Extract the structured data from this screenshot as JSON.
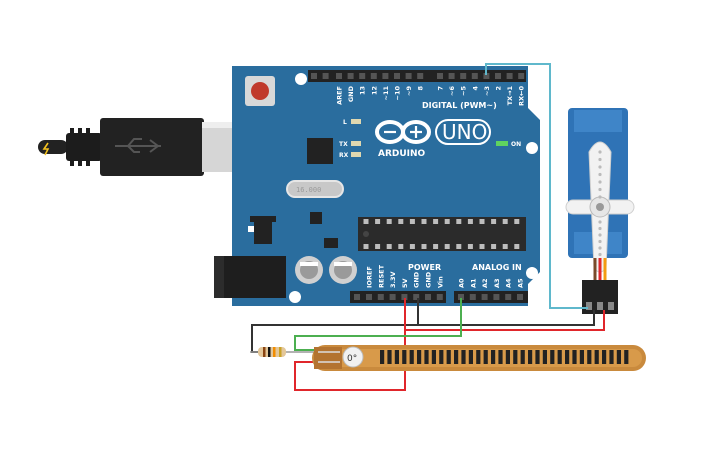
{
  "board": {
    "brand": "ARDUINO",
    "model": "UNO",
    "digital_label": "DIGITAL (PWM~)",
    "power_label": "POWER",
    "analog_label": "ANALOG IN",
    "on_label": "ON",
    "led_l": "L",
    "led_tx": "TX",
    "led_rx": "RX",
    "crystal_label": "16.000",
    "digital_pins": [
      "AREF",
      "GND",
      "13",
      "12",
      "~11",
      "~10",
      "~9",
      "8",
      "7",
      "~6",
      "~5",
      "4",
      "~3",
      "2",
      "TX→1",
      "RX←0"
    ],
    "power_pins": [
      "IOREF",
      "RESET",
      "3.3V",
      "5V",
      "GND",
      "GND",
      "Vin"
    ],
    "analog_pins": [
      "A0",
      "A1",
      "A2",
      "A3",
      "A4",
      "A5"
    ]
  },
  "flex_sensor": {
    "angle": "0°"
  },
  "colors": {
    "board": "#2a6d9e",
    "wire_red": "#e0262b",
    "wire_black": "#333333",
    "wire_green": "#4caf50",
    "wire_cyan": "#6fc4d6",
    "flex": "#c98a3d",
    "servo": "#2f73b6"
  }
}
